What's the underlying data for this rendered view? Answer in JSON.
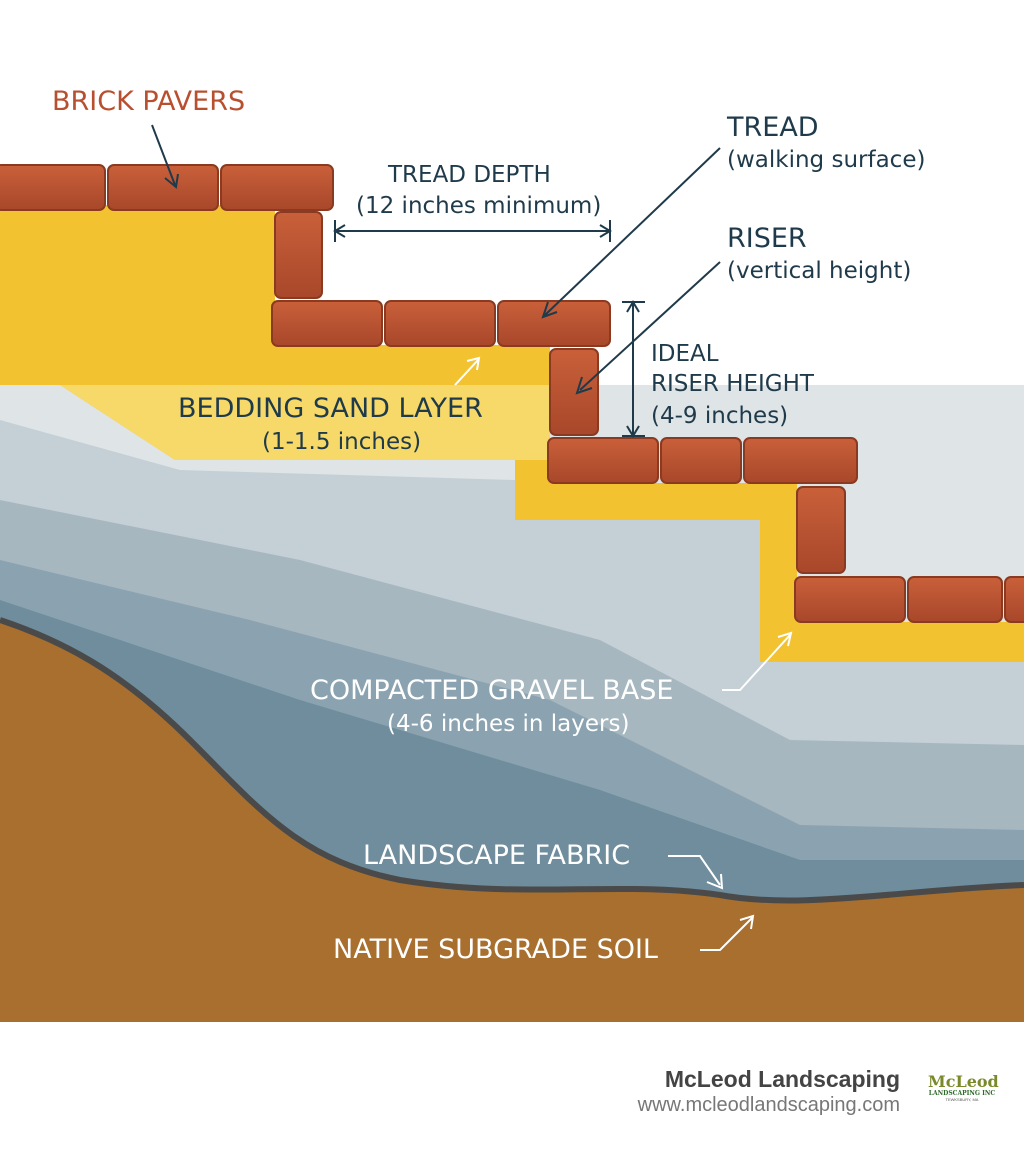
{
  "labels": {
    "brick_pavers": "BRICK PAVERS",
    "tread_depth": "TREAD DEPTH",
    "tread_depth_sub": "(12 inches minimum)",
    "tread": "TREAD",
    "tread_sub": "(walking surface)",
    "riser": "RISER",
    "riser_sub": "(vertical height)",
    "ideal_riser_1": "IDEAL",
    "ideal_riser_2": "RISER HEIGHT",
    "ideal_riser_sub": "(4-9 inches)",
    "bedding_sand": "BEDDING SAND LAYER",
    "bedding_sand_sub": "(1-1.5 inches)",
    "gravel": "COMPACTED GRAVEL BASE",
    "gravel_sub": "(4-6 inches in layers)",
    "fabric": "LANDSCAPE FABRIC",
    "soil": "NATIVE SUBGRADE SOIL"
  },
  "footer": {
    "brand": "McLeod Landscaping",
    "url": "www.mcleodlandscaping.com",
    "logo_line1": "McLeod",
    "logo_line2": "LANDSCAPING INC",
    "logo_line3": "TEWKSBURY, MA"
  },
  "colors": {
    "brick": "#b8502f",
    "sand": "#f2c230",
    "soil": "#a86f2e",
    "gravel": "#7d98a6",
    "text_dark": "#1f3a4a"
  }
}
